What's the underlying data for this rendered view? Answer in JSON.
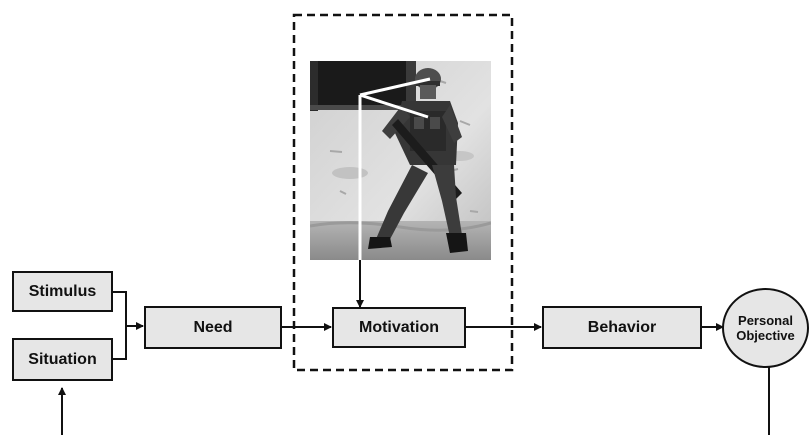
{
  "nodes": {
    "stimulus": "Stimulus",
    "situation": "Situation",
    "need": "Need",
    "motivation": "Motivation",
    "behavior": "Behavior",
    "objective_line1": "Personal",
    "objective_line2": "Objective"
  },
  "image": {
    "subject": "soldier-photo",
    "style": "grayscale"
  },
  "colors": {
    "box_fill": "#e6e6e6",
    "stroke": "#111111"
  }
}
